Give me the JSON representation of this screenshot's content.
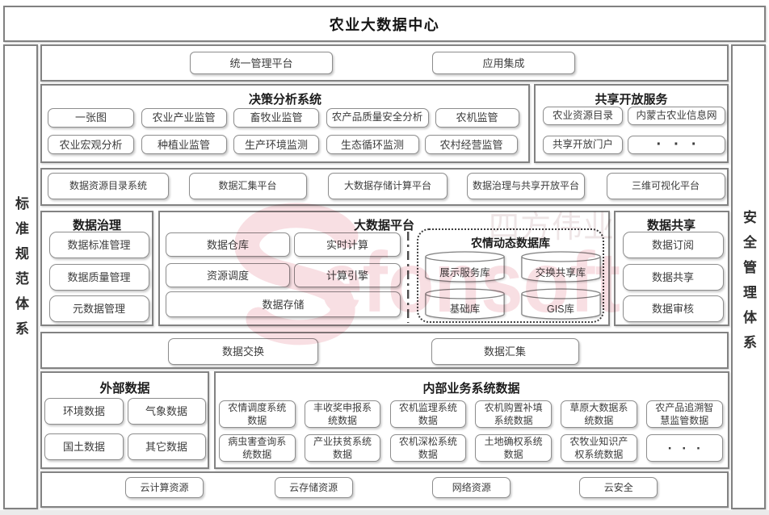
{
  "page": {
    "title": "农业大数据中心"
  },
  "sidebars": {
    "left": "标准规范体系",
    "right": "安全管理体系"
  },
  "top_row": {
    "items": [
      "统一管理平台",
      "应用集成"
    ]
  },
  "decision_panel": {
    "title": "决策分析系统",
    "row1": [
      "一张图",
      "农业产业监管",
      "畜牧业监管",
      "农产品质量安全分析",
      "农机监管"
    ],
    "row2": [
      "农业宏观分析",
      "种植业监管",
      "生产环境监测",
      "生态循环监测",
      "农村经营监管"
    ]
  },
  "sharing_panel": {
    "title": "共享开放服务",
    "row1": [
      "农业资源目录",
      "内蒙古农业信息网"
    ],
    "row2": [
      "共享开放门户",
      "···"
    ]
  },
  "platform_row": {
    "items": [
      "数据资源目录系统",
      "数据汇集平台",
      "大数据存储计算平台",
      "数据治理与共享开放平台",
      "三维可视化平台"
    ]
  },
  "governance_panel": {
    "title": "数据治理",
    "items": [
      "数据标准管理",
      "数据质量管理",
      "元数据管理"
    ]
  },
  "bigdata_panel": {
    "title": "大数据平台",
    "warehouse": "数据仓库",
    "realtime": "实时计算",
    "scheduling": "资源调度",
    "engine": "计算引擎",
    "storage": "数据存储",
    "dynamic_db": {
      "title": "农情动态数据库",
      "cylinders": [
        "展示服务库",
        "交换共享库",
        "基础库",
        "GIS库"
      ]
    }
  },
  "datashare_panel": {
    "title": "数据共享",
    "items": [
      "数据订阅",
      "数据共享",
      "数据审核"
    ]
  },
  "exchange_row": {
    "items": [
      "数据交换",
      "数据汇集"
    ]
  },
  "external_panel": {
    "title": "外部数据",
    "row1": [
      "环境数据",
      "气象数据"
    ],
    "row2": [
      "国土数据",
      "其它数据"
    ]
  },
  "internal_panel": {
    "title": "内部业务系统数据",
    "row1": [
      "农情调度系统\n数据",
      "丰收奖申报系\n统数据",
      "农机监理系统\n数据",
      "农机购置补填\n系统数据",
      "草原大数据系\n统数据",
      "农产品追溯智\n慧监管数据"
    ],
    "row2": [
      "病虫害查询系\n统数据",
      "产业扶贫系统\n数据",
      "农机深松系统\n数据",
      "土地确权系统\n数据",
      "农牧业知识产\n权系统数据",
      "···"
    ]
  },
  "infra_row": {
    "items": [
      "云计算资源",
      "云存储资源",
      "网络资源",
      "云安全"
    ]
  },
  "watermark": {
    "letters": "efonsoft",
    "cjk": "四方伟业",
    "pink": "#dd6e7f",
    "border_gray": "#828282"
  }
}
